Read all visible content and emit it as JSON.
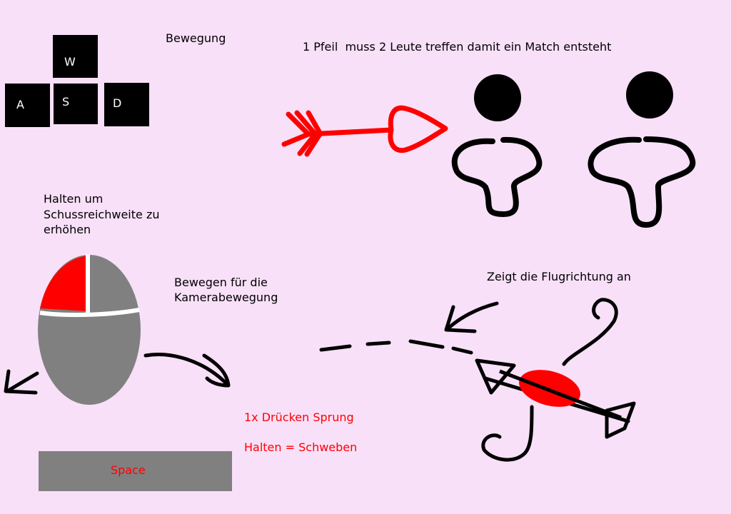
{
  "keys": {
    "w": "W",
    "a": "A",
    "s": "S",
    "d": "D"
  },
  "labels": {
    "movement": "Bewegung",
    "arrow_rule": "1 Pfeil  muss 2 Leute treffen damit ein Match entsteht",
    "hold_line1": "Halten um",
    "hold_line2": "Schussreichweite zu",
    "hold_line3": "erhöhen",
    "camera_line1": "Bewegen für die",
    "camera_line2": "Kamerabewegung",
    "flight": "Zeigt die Flugrichtung an",
    "jump": "1x Drücken Sprung",
    "hover": "Halten = Schweben",
    "space": "Space"
  },
  "colors": {
    "background": "#f8e0f8",
    "accent": "#ff0000",
    "key": "#000000",
    "mouse": "#808080"
  }
}
